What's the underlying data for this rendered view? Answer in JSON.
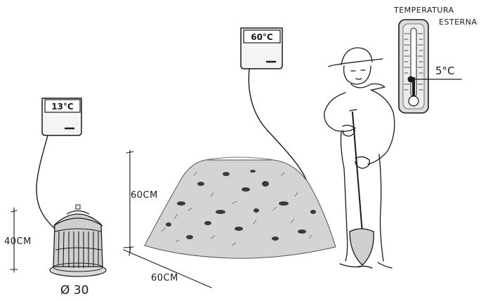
{
  "thermometer": {
    "title_line1": "TEMPERATURA",
    "title_line2": "ESTERNA",
    "reading": "5°C"
  },
  "displays": {
    "small_bin": "13°C",
    "heap": "60°C"
  },
  "dimensions": {
    "bin_height": "40CM",
    "bin_diameter": "Ø 30",
    "heap_height": "60CM",
    "heap_width": "60CM"
  }
}
